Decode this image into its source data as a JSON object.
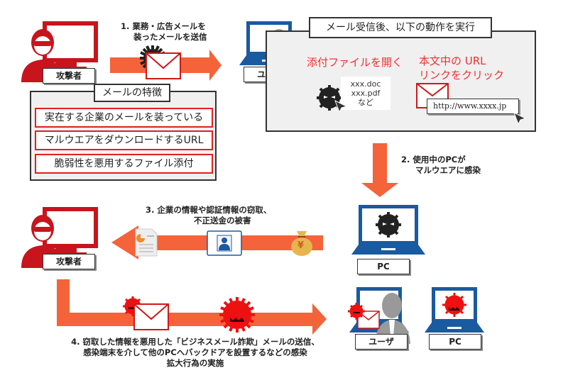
{
  "colors": {
    "arrow": "#f4633a",
    "attacker_red": "#c8141c",
    "laptop_blue": "#1a5aa0",
    "virus_black": "#222222",
    "virus_red": "#ee1111",
    "highlight_red": "#f03030"
  },
  "actors": {
    "attacker_top": "攻撃者",
    "user_top": "ユーザ",
    "attacker_mid": "攻撃者",
    "pc_mid": "PC",
    "user_bottom": "ユーザ",
    "pc_bottom": "PC"
  },
  "steps": {
    "step1": {
      "line1": "1.  業務・広告メールを",
      "line2": "装ったメールを送信"
    },
    "step2": {
      "line1": "2.  使用中のPCが",
      "line2": "マルウエアに感染"
    },
    "step3": {
      "line1": "3.  企業の情報や認証情報の窃取、",
      "line2": "不正送金の被害"
    },
    "step4": {
      "line1": "4.  窃取した情報を悪用した「ビジネスメール詐欺」メールの送信、",
      "line2": "感染端末を介して他のPCへバックドアを設置するなどの感染",
      "line3": "拡大行為の実施"
    }
  },
  "mail_features": {
    "title": "メールの特徴",
    "items": [
      "実在する企業のメールを装っている",
      "マルウエアをダウンロードするURL",
      "脆弱性を悪用するファイル添付"
    ]
  },
  "actions_panel": {
    "title": "メール受信後、以下の動作を実行",
    "open_attachment": "添付ファイルを開く",
    "click_link_line1": "本文中の URL",
    "click_link_line2": "リンクをクリック",
    "files": [
      "xxx.doc",
      "xxx.pdf",
      "など"
    ],
    "url": "http://www.xxxx.jp"
  },
  "icons": {
    "currency": "¥"
  }
}
